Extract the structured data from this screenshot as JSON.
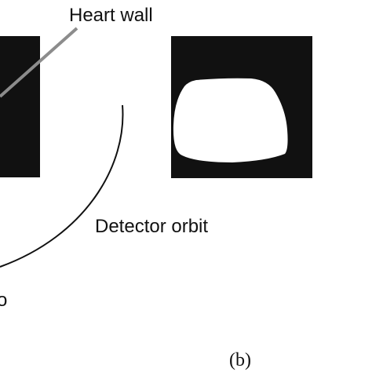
{
  "annotations": {
    "heart_wall": "Heart wall",
    "detector_orbit": "Detector orbit",
    "cut_off": "o"
  },
  "panel_label": "(b)",
  "colors": {
    "background": "#ffffff",
    "phantom_square": "#111111",
    "mask_blob": "#ffffff",
    "pointer_line": "#8c8c8c",
    "orbit_line": "#111111",
    "text": "#111111"
  }
}
